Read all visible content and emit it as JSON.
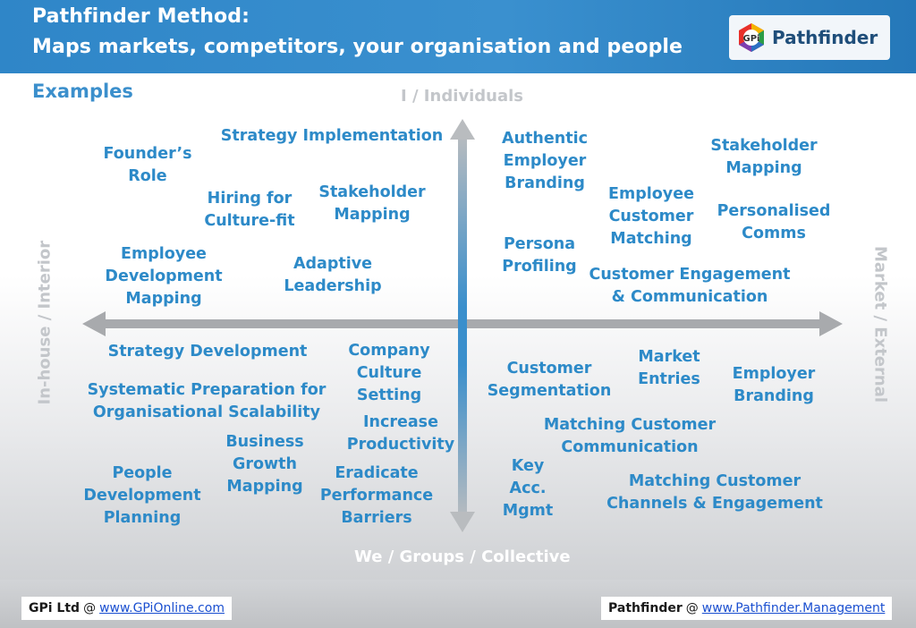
{
  "header": {
    "title_line1": "Pathfinder Method:",
    "title_line2": "Maps markets, competitors, your organisation and people",
    "logo_text": "Pathfinder",
    "logo_mark_text": "GPi"
  },
  "subtitle": "Examples",
  "axes": {
    "top": "I / Individuals",
    "bottom": "We / Groups / Collective",
    "left": "In-house / Interior",
    "right": "Market / External"
  },
  "items": {
    "tl1": "Founder’s\nRole",
    "tl2": "Strategy Implementation",
    "tl3": "Hiring for\nCulture-fit",
    "tl4": "Stakeholder\nMapping",
    "tl5": "Employee\nDevelopment\nMapping",
    "tl6": "Adaptive\nLeadership",
    "tr1": "Authentic\nEmployer\nBranding",
    "tr2": "Stakeholder\nMapping",
    "tr3": "Employee\nCustomer\nMatching",
    "tr4": "Personalised\nComms",
    "tr5": "Persona\nProfiling",
    "tr6": "Customer Engagement\n& Communication",
    "bl1": "Strategy Development",
    "bl2": "Company\nCulture\nSetting",
    "bl3": "Systematic Preparation for\nOrganisational Scalability",
    "bl4": "Increase\nProductivity",
    "bl5": "Business\nGrowth\nMapping",
    "bl6": "People\nDevelopment\nPlanning",
    "bl7": "Eradicate\nPerformance\nBarriers",
    "br1": "Customer\nSegmentation",
    "br2": "Market\nEntries",
    "br3": "Employer\nBranding",
    "br4": "Matching Customer\nCommunication",
    "br5": "Key\nAcc.\nMgmt",
    "br6": "Matching Customer\nChannels & Engagement"
  },
  "footer": {
    "left_bold": "GPi Ltd",
    "left_at": "@",
    "left_link": "www.GPiOnline.com",
    "right_bold": "Pathfinder",
    "right_at": "@",
    "right_link": "www.Pathfinder.Management"
  },
  "colors": {
    "header": "#2f86c8",
    "item_text": "#2d8ac8",
    "axis_arrow": "#a8aaad",
    "vertical_axis": "#3a8fcc"
  }
}
